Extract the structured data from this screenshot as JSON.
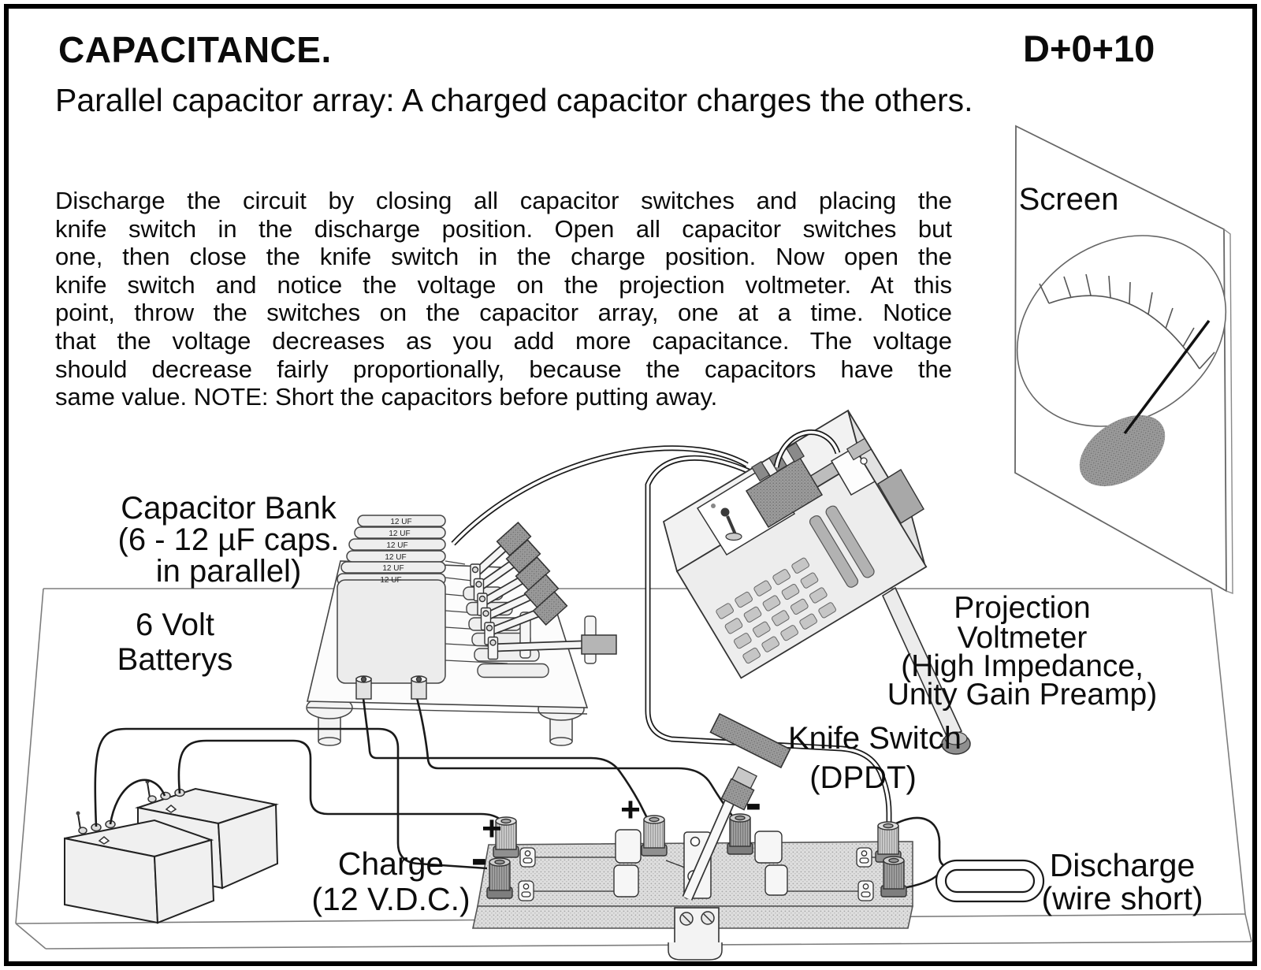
{
  "header": {
    "title": "CAPACITANCE.",
    "code": "D+0+10",
    "subtitle": "Parallel capacitor array: A charged capacitor charges the others."
  },
  "instructions": {
    "lines": [
      "Discharge the circuit by closing all capacitor switches and placing the",
      "knife switch in the discharge position.  Open all capacitor switches but",
      "one, then close the knife switch in the charge position.  Now open the",
      "knife switch and notice the voltage on the projection voltmeter.  At this",
      "point, throw the switches on the capacitor array, one at a time.  Notice",
      "that the voltage decreases as you add more capacitance.  The voltage",
      "should decrease fairly proportionally, because the capacitors have the",
      "same value. NOTE: Short the capacitors before putting away."
    ]
  },
  "labels": {
    "screen": "Screen",
    "capacitor_bank_line1": "Capacitor Bank",
    "capacitor_bank_line2": "(6 - 12 µF caps.",
    "capacitor_bank_line3": "in parallel)",
    "capacitor_value": "12 UF",
    "batteries_line1": "6 Volt",
    "batteries_line2": "Batterys",
    "voltmeter_line1": "Projection",
    "voltmeter_line2": "Voltmeter",
    "voltmeter_line3": "(High Impedance,",
    "voltmeter_line4": "Unity Gain Preamp)",
    "knife_switch_line1": "Knife Switch",
    "knife_switch_line2": "(DPDT)",
    "charge_line1": "Charge",
    "charge_line2": "(12 V.D.C.)",
    "discharge_line1": "Discharge",
    "discharge_line2": "(wire short)",
    "plus": "+",
    "minus": "-"
  },
  "colors": {
    "ink": "#0d0d0d",
    "line_gray": "#777777",
    "fill_light": "#efefef",
    "fill_mid": "#bdbdbd",
    "fill_dark": "#8f8f8f"
  }
}
